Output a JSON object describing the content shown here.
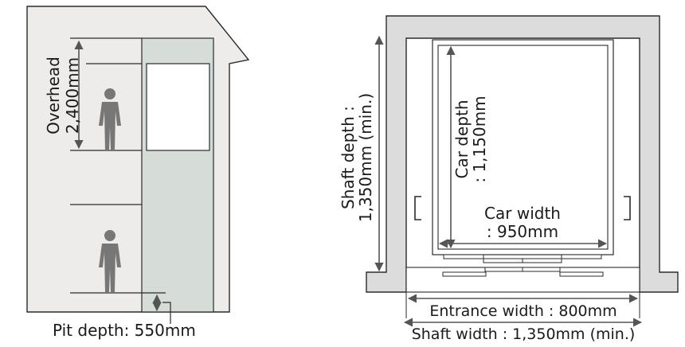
{
  "labels": {
    "overhead": "Overhead",
    "overhead_value": "2,400mm",
    "pit_depth": "Pit depth: 550mm",
    "shaft_depth": "Shaft depth :",
    "shaft_depth_value": "1,350mm (min.)",
    "car_depth": "Car depth",
    "car_depth_value": ": 1,150mm",
    "car_width": "Car width",
    "car_width_value": ": 950mm",
    "entrance_width": "Entrance width : 800mm",
    "shaft_width": "Shaft width : 1,350mm (min.)"
  },
  "colors": {
    "wall": "#dcdcdc",
    "building": "#eeecea",
    "shaft": "#d6dcd8",
    "line": "#2b2b2b",
    "dimension": "#555555",
    "figure": "#777777"
  },
  "icons": [
    "person-icon",
    "person-icon",
    "double-arrow-icon"
  ]
}
